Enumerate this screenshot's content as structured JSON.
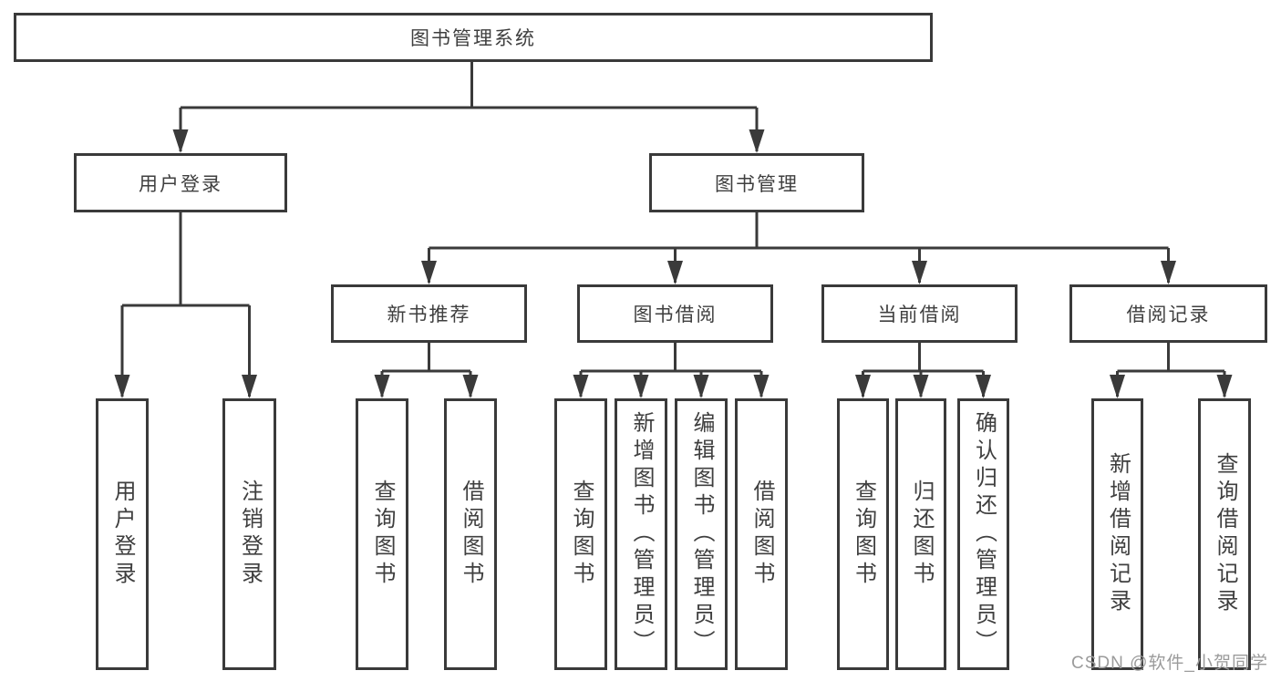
{
  "diagram_type": "tree",
  "tree": {
    "label": "图书管理系统",
    "children": [
      {
        "label": "用户登录",
        "children": [
          {
            "label": "用户登录"
          },
          {
            "label": "注销登录"
          }
        ]
      },
      {
        "label": "图书管理",
        "children": [
          {
            "label": "新书推荐",
            "children": [
              {
                "label": "查询图书"
              },
              {
                "label": "借阅图书"
              }
            ]
          },
          {
            "label": "图书借阅",
            "children": [
              {
                "label": "查询图书"
              },
              {
                "label": "新增图书（管理员）"
              },
              {
                "label": "编辑图书（管理员）"
              },
              {
                "label": "借阅图书"
              }
            ]
          },
          {
            "label": "当前借阅",
            "children": [
              {
                "label": "查询图书"
              },
              {
                "label": "归还图书"
              },
              {
                "label": "确认归还（管理员）"
              }
            ]
          },
          {
            "label": "借阅记录",
            "children": [
              {
                "label": "新增借阅记录"
              },
              {
                "label": "查询借阅记录"
              }
            ]
          }
        ]
      }
    ]
  },
  "watermark": "CSDN @软件_小贺同学",
  "colors": {
    "line": "#3a3a3a",
    "border": "#3a3a3a",
    "text": "#3f3f3f",
    "background": "#ffffff",
    "watermark": "#9b9b9b"
  }
}
